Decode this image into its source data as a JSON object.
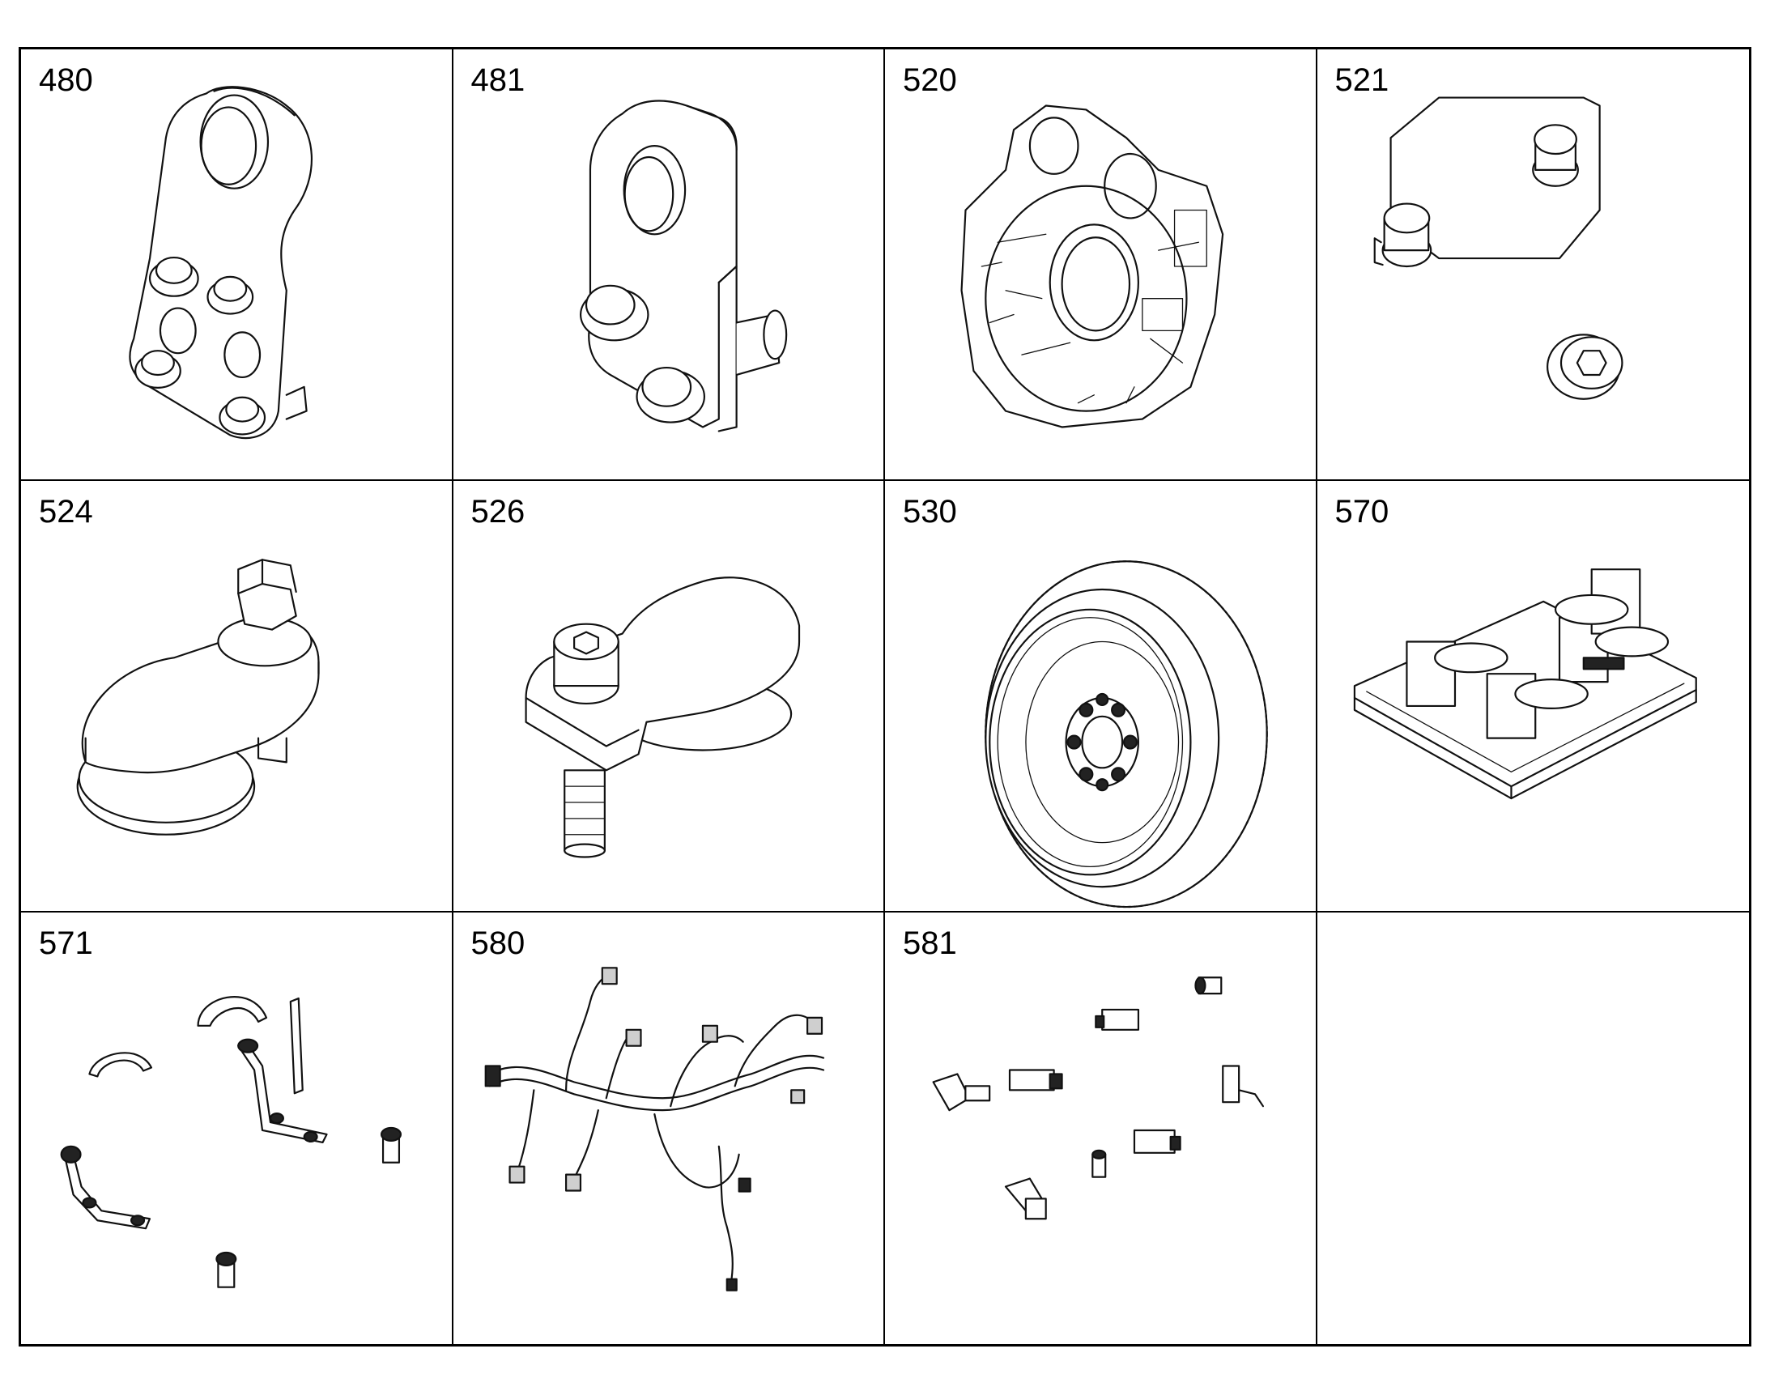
{
  "parts": [
    {
      "number": "480",
      "icon": "bracket-plate-with-four-bolts-icon"
    },
    {
      "number": "481",
      "icon": "bracket-with-two-bolts-and-pin-icon"
    },
    {
      "number": "520",
      "icon": "flywheel-housing-icon"
    },
    {
      "number": "521",
      "icon": "cover-plate-with-bolts-and-plug-icon"
    },
    {
      "number": "524",
      "icon": "oval-cover-with-hex-bolt-icon"
    },
    {
      "number": "526",
      "icon": "oval-cover-with-socket-screw-icon"
    },
    {
      "number": "530",
      "icon": "flywheel-with-ring-gear-icon"
    },
    {
      "number": "570",
      "icon": "injector-module-icon"
    },
    {
      "number": "571",
      "icon": "clamps-and-brackets-set-icon"
    },
    {
      "number": "580",
      "icon": "wiring-harness-icon"
    },
    {
      "number": "581",
      "icon": "sensors-set-icon"
    },
    {
      "number": "",
      "icon": ""
    }
  ]
}
